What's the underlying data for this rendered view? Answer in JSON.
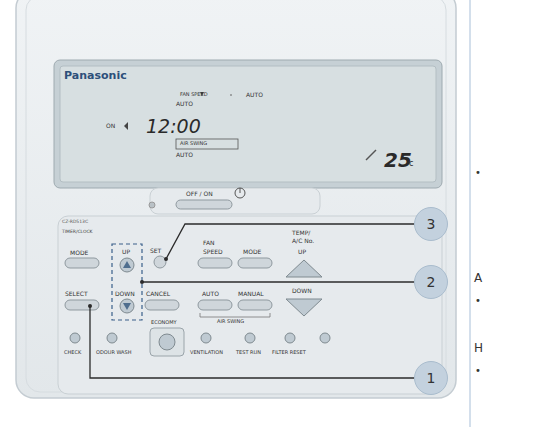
{
  "diagram": {
    "nodes": [
      {
        "text": [
          "3"
        ]
      },
      {
        "text": [
          "2"
        ]
      },
      {
        "text": [
          "1"
        ]
      }
    ],
    "labels": [
      "Panasonic",
      "FAN SPEED",
      "AUTO",
      "AUTO",
      "ON",
      "12:00",
      "AIR SWING",
      "AUTO",
      "25",
      "c",
      "OFF / ON",
      "CZ-RD513C",
      "TIMER/CLOCK",
      "MODE",
      "UP",
      "SET",
      "FAN",
      "SPEED",
      "MODE",
      "TEMP/",
      "A/C No.",
      "UP",
      "SELECT",
      "DOWN",
      "CANCEL",
      "AUTO",
      "MANUAL",
      "DOWN",
      "AIR SWING",
      "ECONOMY",
      "CHECK",
      "ODOUR WASH",
      "VENTILATION",
      "TEST RUN",
      "FILTER RESET",
      "A",
      "H",
      "•",
      "•",
      "•"
    ]
  }
}
